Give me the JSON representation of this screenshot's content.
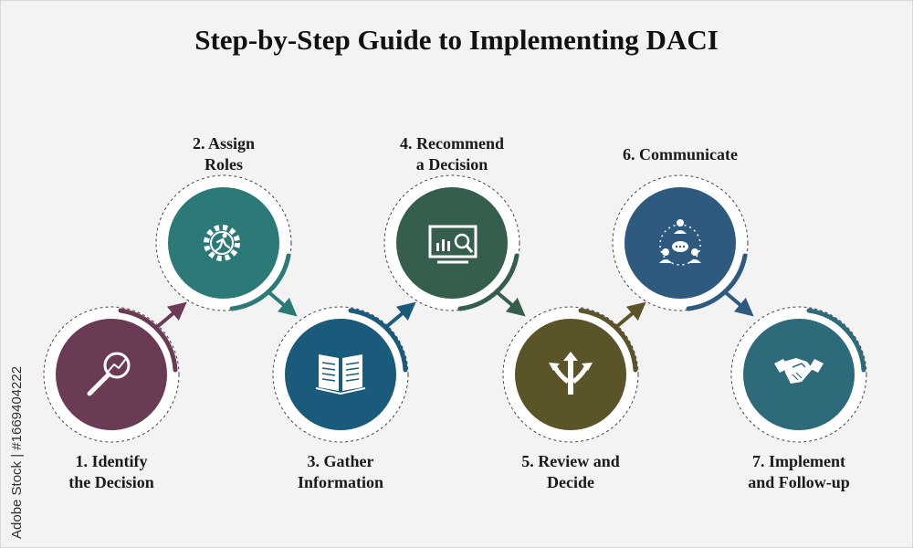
{
  "title": "Step-by-Step Guide to Implementing DACI",
  "colors": {
    "step1": "#6b3a55",
    "step2": "#2c7a77",
    "step3": "#1a5a7a",
    "step4": "#355e4c",
    "step5": "#5b5428",
    "step6": "#2d5a7e",
    "step7": "#2d6a7a"
  },
  "steps": [
    {
      "line1": "1. Identify",
      "line2": "the Decision",
      "icon": "magnifier-chart-icon"
    },
    {
      "line1": "2. Assign",
      "line2": "Roles",
      "icon": "gear-person-icon"
    },
    {
      "line1": "3. Gather",
      "line2": "Information",
      "icon": "open-book-icon"
    },
    {
      "line1": "4. Recommend",
      "line2": "a Decision",
      "icon": "monitor-analytics-icon"
    },
    {
      "line1": "5. Review and",
      "line2": "Decide",
      "icon": "direction-arrows-icon"
    },
    {
      "line1": "6. Communicate",
      "line2": "",
      "icon": "team-communication-icon"
    },
    {
      "line1": "7. Implement",
      "line2": "and Follow-up",
      "icon": "handshake-icon"
    }
  ],
  "watermark": "Adobe Stock | #1669404222"
}
